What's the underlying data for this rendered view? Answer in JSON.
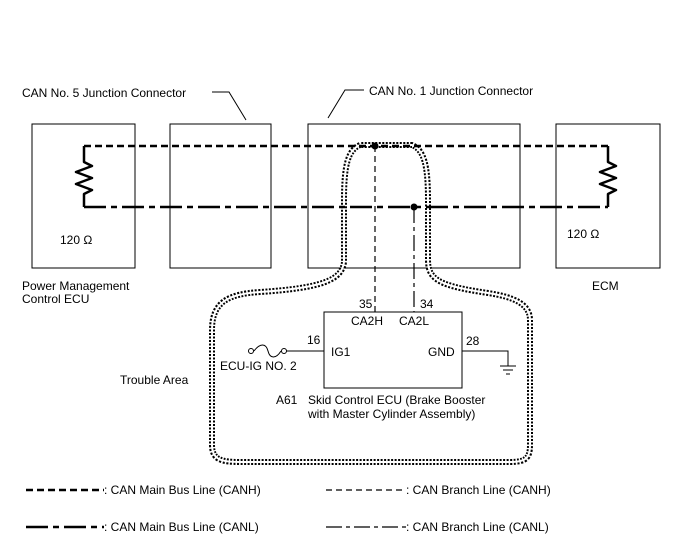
{
  "labels": {
    "jc5": "CAN No. 5 Junction Connector",
    "jc1": "CAN No. 1 Junction Connector",
    "res_left": "120 Ω",
    "res_right": "120 Ω",
    "pm_line1": "Power Management",
    "pm_line2": "Control ECU",
    "ecm": "ECM",
    "trouble_area": "Trouble Area",
    "fuse": "ECU-IG NO. 2",
    "connector": "A61",
    "skid_line1": "Skid Control ECU (Brake Booster",
    "skid_line2": "with Master Cylinder Assembly)"
  },
  "pins": {
    "canh_num": "35",
    "canh_name": "CA2H",
    "canl_num": "34",
    "canl_name": "CA2L",
    "ig_num": "16",
    "ig_name": "IG1",
    "gnd_num": "28",
    "gnd_name": "GND"
  },
  "legend": [
    {
      "key": "main_h",
      "text": ": CAN Main Bus Line (CANH)"
    },
    {
      "key": "branch_h",
      "text": ": CAN Branch Line (CANH)"
    },
    {
      "key": "main_l",
      "text": ": CAN Main Bus Line (CANL)"
    },
    {
      "key": "branch_l",
      "text": ": CAN Branch Line (CANL)"
    }
  ]
}
